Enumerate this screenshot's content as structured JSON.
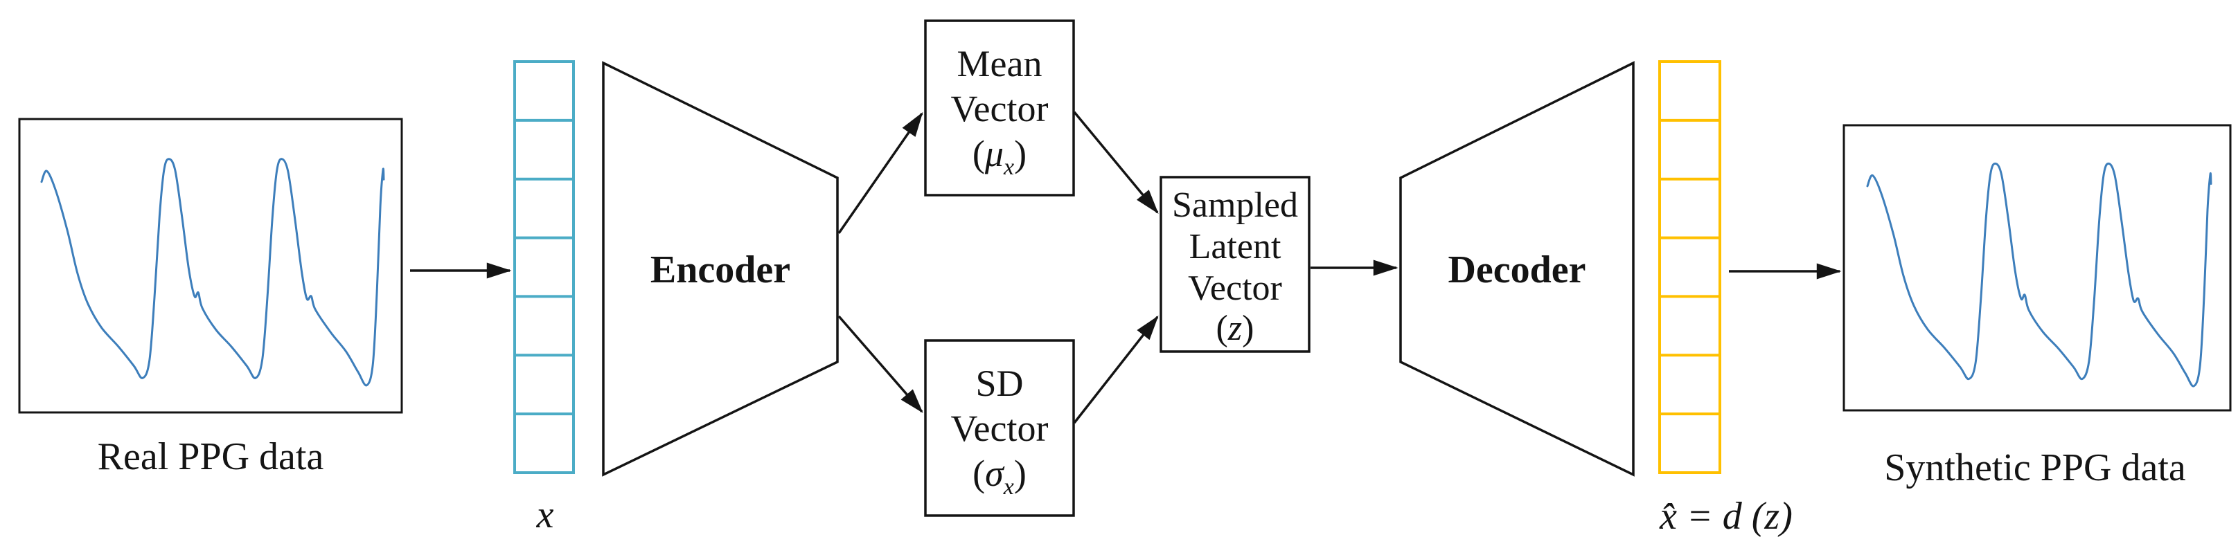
{
  "colors": {
    "input_vector": "#4BACC6",
    "output_vector": "#FFC000",
    "waveform": "#3D7EBB",
    "ink": "#141414"
  },
  "panels": {
    "real_label": "Real PPG data",
    "synthetic_label": "Synthetic PPG data"
  },
  "input_vector": {
    "cells": 7,
    "label": "x"
  },
  "output_vector": {
    "cells": 7,
    "label_lhs": "x̂",
    "label_eq": " = ",
    "label_rhs": "d (z)"
  },
  "encoder": {
    "label": "Encoder"
  },
  "decoder": {
    "label": "Decoder"
  },
  "mean_box": {
    "line1": "Mean",
    "line2": "Vector",
    "sym_open": "(",
    "sym_var": "μ",
    "sym_sub": "x",
    "sym_close": ")"
  },
  "sd_box": {
    "line1": "SD",
    "line2": "Vector",
    "sym_open": "(",
    "sym_var": "σ",
    "sym_sub": "x",
    "sym_close": ")"
  },
  "latent_box": {
    "line1": "Sampled",
    "line2": "Latent",
    "line3": "Vector",
    "sym_open": "(",
    "sym_var": "z",
    "sym_close": ")"
  }
}
